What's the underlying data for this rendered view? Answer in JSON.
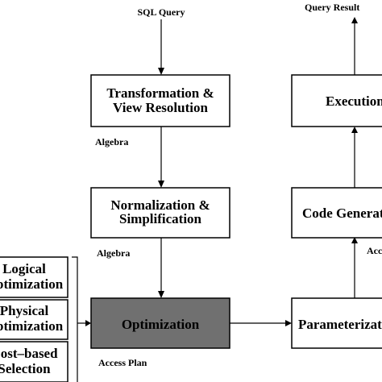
{
  "labels": {
    "sql_query": "SQL Query",
    "query_result": "Query Result",
    "algebra_1": "Algebra",
    "algebra_2": "Algebra",
    "access_plan": "Access Plan",
    "access_partial": "Acc"
  },
  "boxes": {
    "transformation": {
      "line1": "Transformation &",
      "line2": "View Resolution"
    },
    "normalization": {
      "line1": "Normalization &",
      "line2": "Simplification"
    },
    "optimization": "Optimization",
    "execution": "Execution",
    "code_generation": "Code Generation",
    "parameterization": "Parameterization",
    "logical": {
      "line1": "Logical",
      "line2": "Optimization"
    },
    "physical": {
      "line1": "Physical",
      "line2": "Optimization"
    },
    "cost_based": {
      "line1": "Cost–based",
      "line2": "Selection"
    }
  },
  "colors": {
    "optimization_fill": "#707070",
    "stroke": "#000000"
  }
}
